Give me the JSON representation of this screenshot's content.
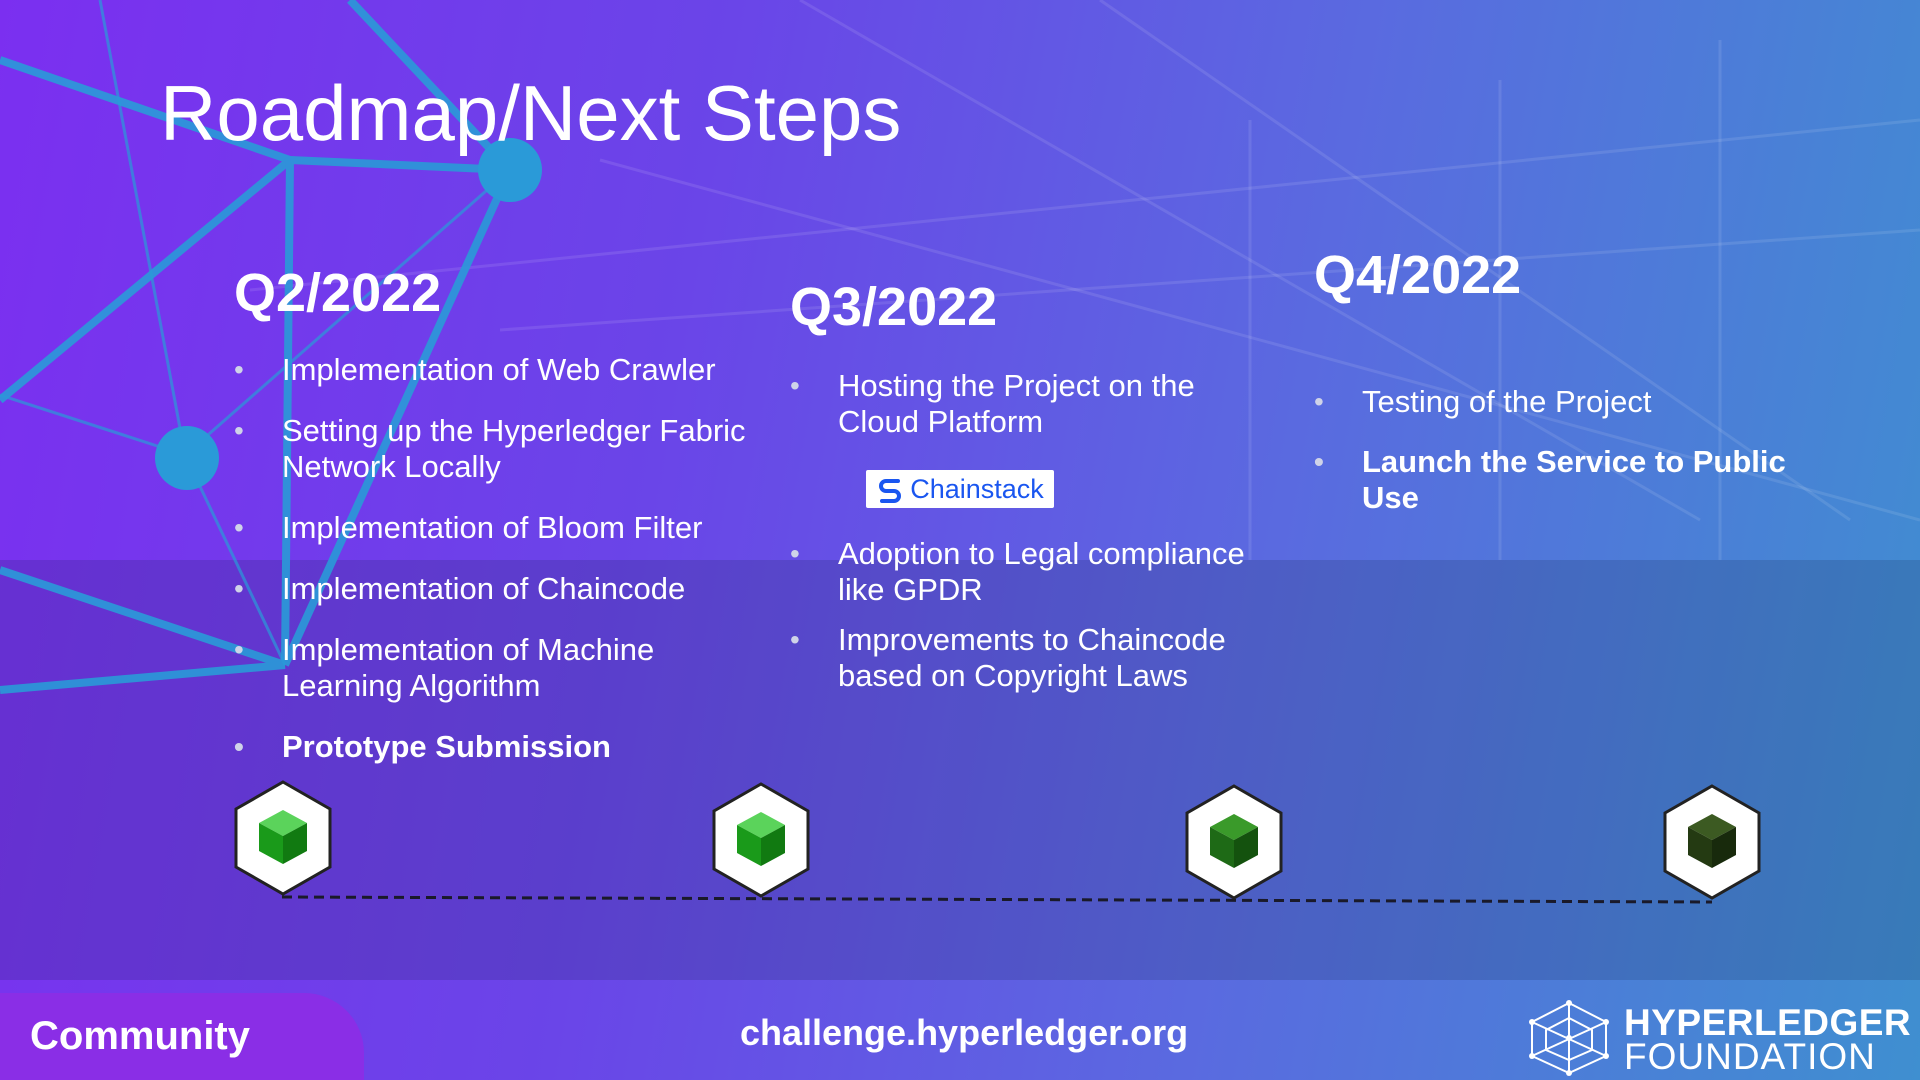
{
  "title": "Roadmap/Next Steps",
  "columns": [
    {
      "heading": "Q2/2022",
      "items": [
        "Implementation of Web Crawler",
        "Setting up the Hyperledger Fabric Network Locally",
        "Implementation of Bloom Filter",
        "Implementation of Chaincode",
        "Implementation of Machine Learning Algorithm",
        "Prototype Submission"
      ]
    },
    {
      "heading": "Q3/2022",
      "items": [
        "Hosting the Project on the Cloud Platform",
        "Adoption to Legal compliance like GPDR",
        "Improvements to Chaincode based on Copyright Laws"
      ]
    },
    {
      "heading": "Q4/2022",
      "items": [
        "Testing of the Project",
        "Launch the Service to Public Use"
      ]
    }
  ],
  "chainstack_logo": "Chainstack",
  "footer": {
    "community": "Community",
    "url": "challenge.hyperledger.org",
    "logo_line1": "HYPERLEDGER",
    "logo_line2": "FOUNDATION"
  },
  "colors": {
    "cube_green": "#1a9a1a",
    "cube_dark": "#1f3a12",
    "chainstack_blue": "#1a56f0"
  }
}
